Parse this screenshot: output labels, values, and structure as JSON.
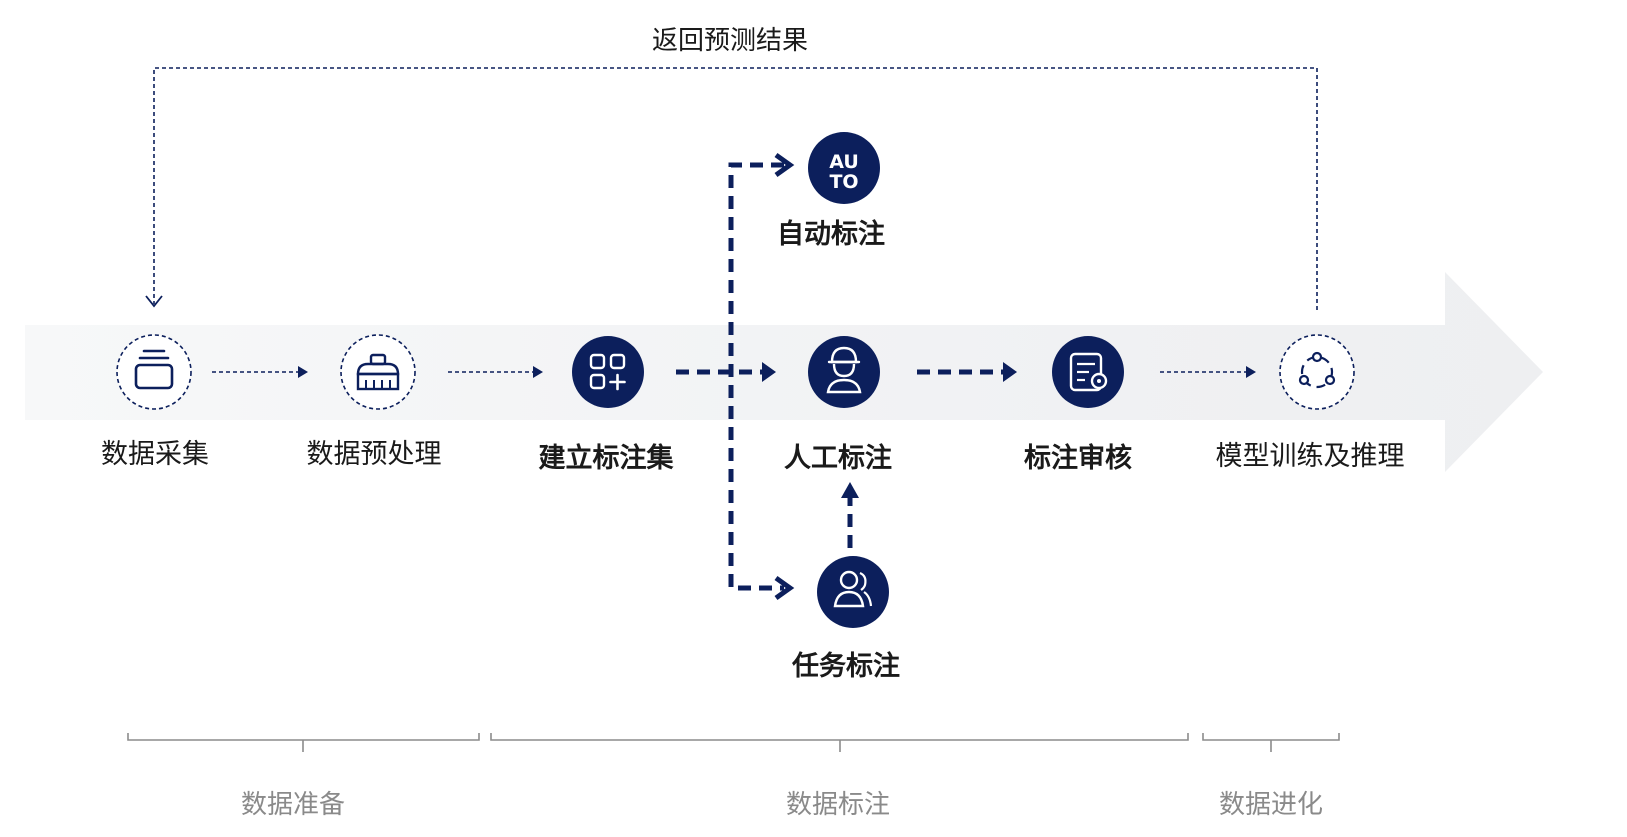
{
  "loop_label": "返回预测结果",
  "nodes": {
    "collect": "数据采集",
    "preprocess": "数据预处理",
    "build": "建立标注集",
    "auto": "自动标注",
    "manual": "人工标注",
    "task": "任务标注",
    "review": "标注审核",
    "train": "模型训练及推理"
  },
  "auto_icon_text": [
    "AU",
    "TO"
  ],
  "stages": {
    "prepare": "数据准备",
    "label": "数据标注",
    "evolve": "数据进化"
  },
  "colors": {
    "navy": "#0c1f5c",
    "band": "#f1f2f4",
    "stage_text": "#8a8a8a",
    "bracket": "#8c8c8c"
  }
}
